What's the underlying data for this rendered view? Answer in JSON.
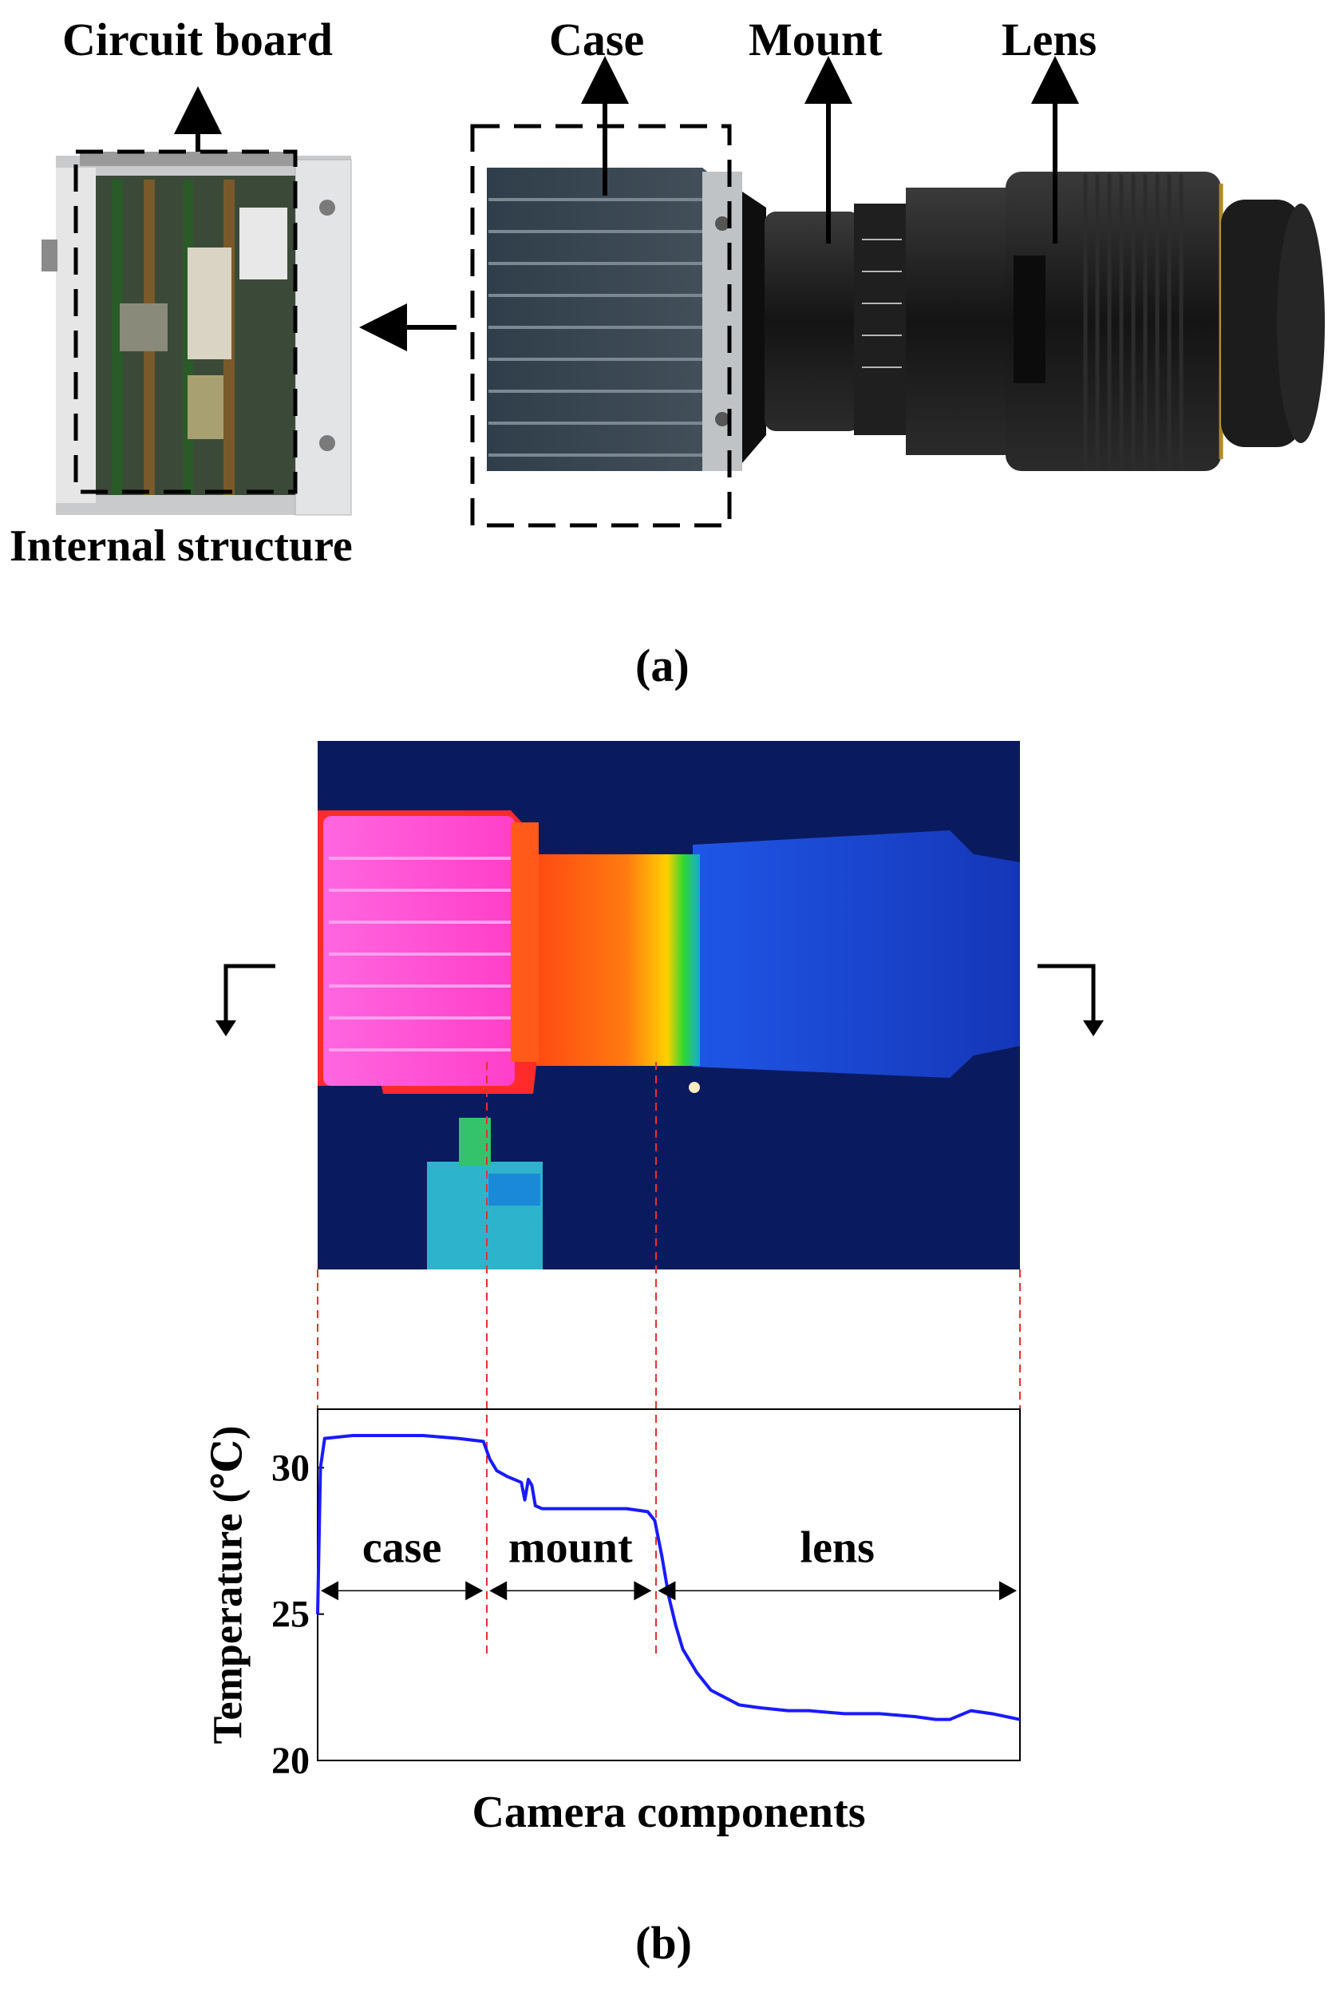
{
  "panel_a": {
    "label_circuit_board": "Circuit board",
    "label_case": "Case",
    "label_mount": "Mount",
    "label_lens": "Lens",
    "label_internal_structure": "Internal structure",
    "caption": "(a)"
  },
  "panel_b": {
    "caption": "(b)"
  },
  "colors": {
    "curve": "#1a1aff",
    "divider": "#e83030",
    "thermal_background": "#0a1a5e",
    "hot": "#ff4fd8",
    "warm": "#ff6a10",
    "cool": "#1f4fe0"
  },
  "chart_data": {
    "type": "line",
    "xlabel": "Camera components",
    "ylabel": "Temperature (℃)",
    "yticks": [
      "20",
      "25",
      "30"
    ],
    "ylim": [
      20,
      32
    ],
    "x_unit": "fraction of camera length",
    "series": [
      {
        "x": [
          0.0,
          0.004,
          0.01,
          0.05,
          0.1,
          0.15,
          0.2,
          0.236,
          0.245,
          0.255,
          0.27,
          0.29,
          0.295,
          0.3,
          0.305,
          0.31,
          0.32,
          0.35,
          0.4,
          0.44,
          0.47,
          0.48,
          0.49,
          0.5,
          0.51,
          0.52,
          0.54,
          0.56,
          0.6,
          0.63,
          0.67,
          0.7,
          0.75,
          0.8,
          0.85,
          0.88,
          0.9,
          0.93,
          0.96,
          1.0
        ],
        "y": [
          25.0,
          30.0,
          31.0,
          31.1,
          31.1,
          31.1,
          31.0,
          30.9,
          30.3,
          29.9,
          29.7,
          29.5,
          28.9,
          29.6,
          29.4,
          28.7,
          28.6,
          28.6,
          28.6,
          28.6,
          28.5,
          28.2,
          27.0,
          25.6,
          24.6,
          23.8,
          23.0,
          22.4,
          21.9,
          21.8,
          21.7,
          21.7,
          21.6,
          21.6,
          21.5,
          21.4,
          21.4,
          21.7,
          21.6,
          21.4
        ]
      }
    ],
    "regions": [
      {
        "label": "case",
        "from": 0.0,
        "to": 0.24
      },
      {
        "label": "mount",
        "from": 0.24,
        "to": 0.48
      },
      {
        "label": "lens",
        "from": 0.48,
        "to": 1.0
      }
    ]
  }
}
